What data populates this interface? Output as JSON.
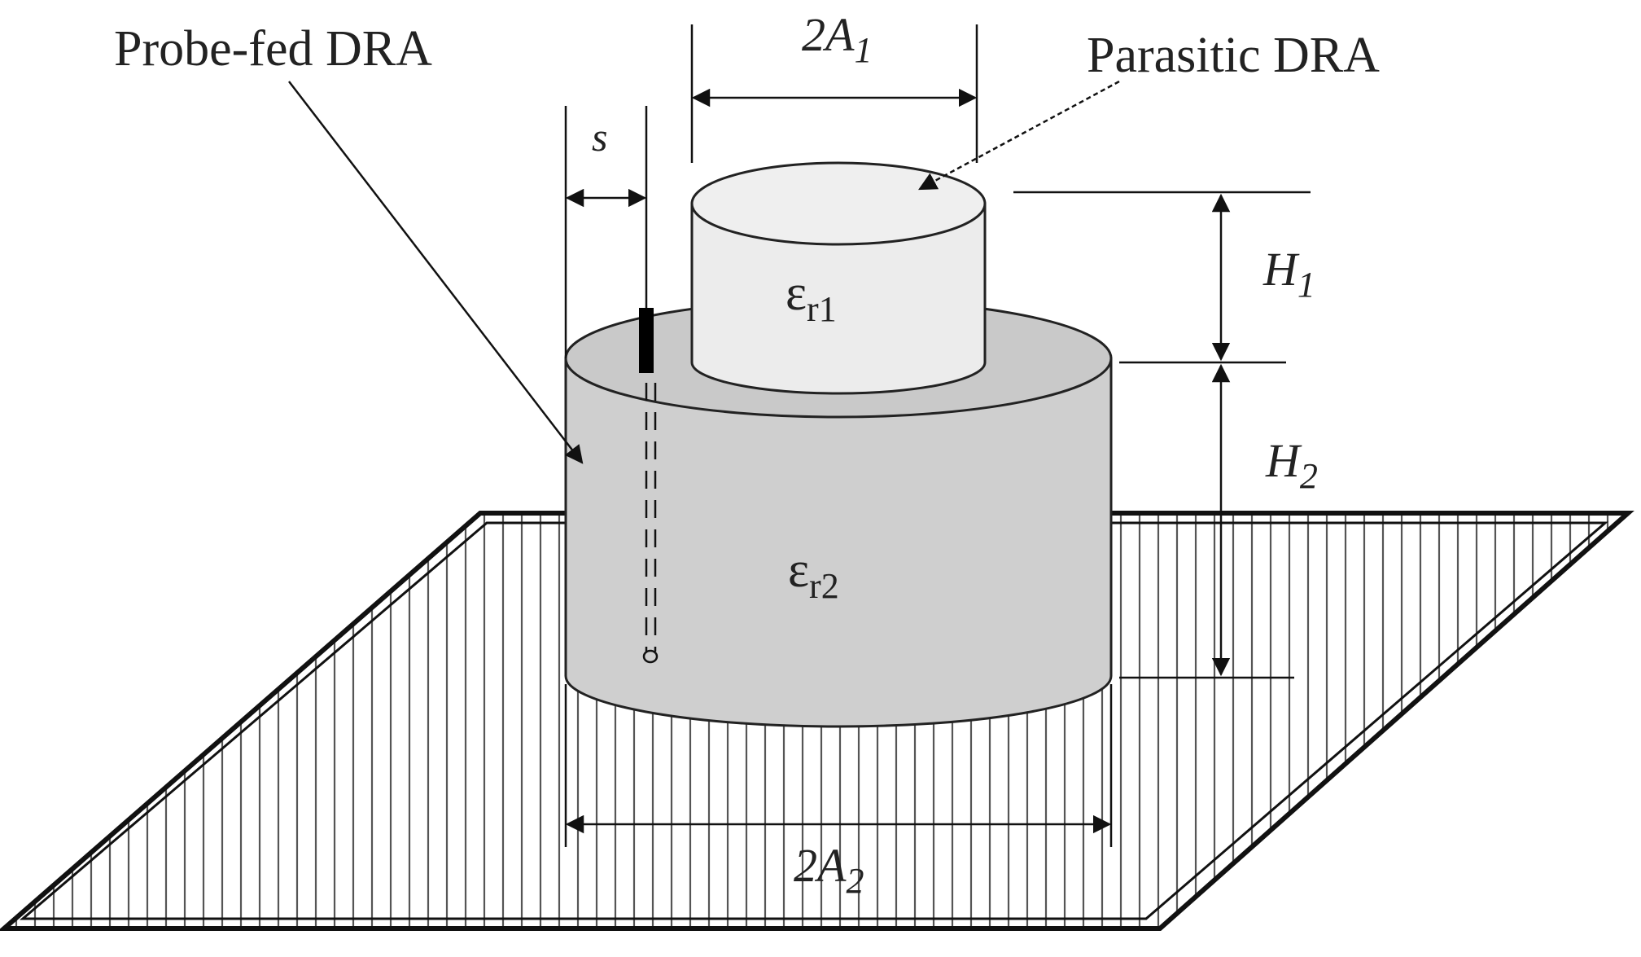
{
  "labels": {
    "probe_fed": "Probe-fed DRA",
    "parasitic": "Parasitic DRA",
    "dim_2A1": "2A",
    "dim_2A1_sub": "1",
    "dim_2A2": "2A",
    "dim_2A2_sub": "2",
    "dim_H1": "H",
    "dim_H1_sub": "1",
    "dim_H2": "H",
    "dim_H2_sub": "2",
    "dim_s": "s",
    "eps_r1": "ε",
    "eps_r1_sub": "r1",
    "eps_r2": "ε",
    "eps_r2_sub": "r2"
  },
  "colors": {
    "bottom_cylinder": "#cfcfcf",
    "top_cylinder": "#ececec",
    "top_face_upper": "#efefef",
    "ground_lines": "#555555",
    "outline": "#111111"
  }
}
